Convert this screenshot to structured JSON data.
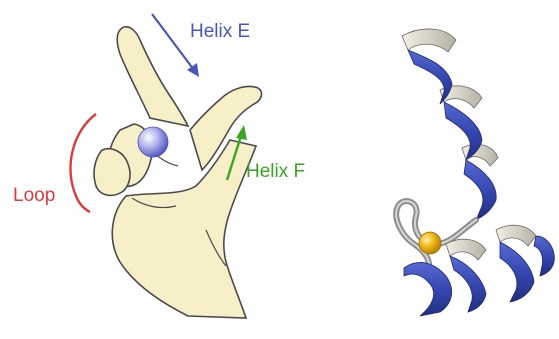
{
  "labels": {
    "helix_e": "Helix E",
    "helix_f": "Helix F",
    "loop": "Loop"
  },
  "colors": {
    "helix_e": "#4a56b8",
    "helix_f": "#3aa524",
    "loop": "#e0393b",
    "hand_fill": "#f7efc8",
    "hand_outline": "#4a4a4a",
    "calcium_ion_hand": "#8c8fe0",
    "calcium_ion_ribbon": "#f2b618",
    "helix_ribbon": "#3a4fb5",
    "ribbon_backside": "#d9d6c8",
    "loop_ribbon": "#a9a9a9"
  },
  "icons": {
    "hand": "ef-hand-illustration",
    "ion": "calcium-ion-sphere",
    "ribbon": "ef-hand-ribbon-structure"
  }
}
